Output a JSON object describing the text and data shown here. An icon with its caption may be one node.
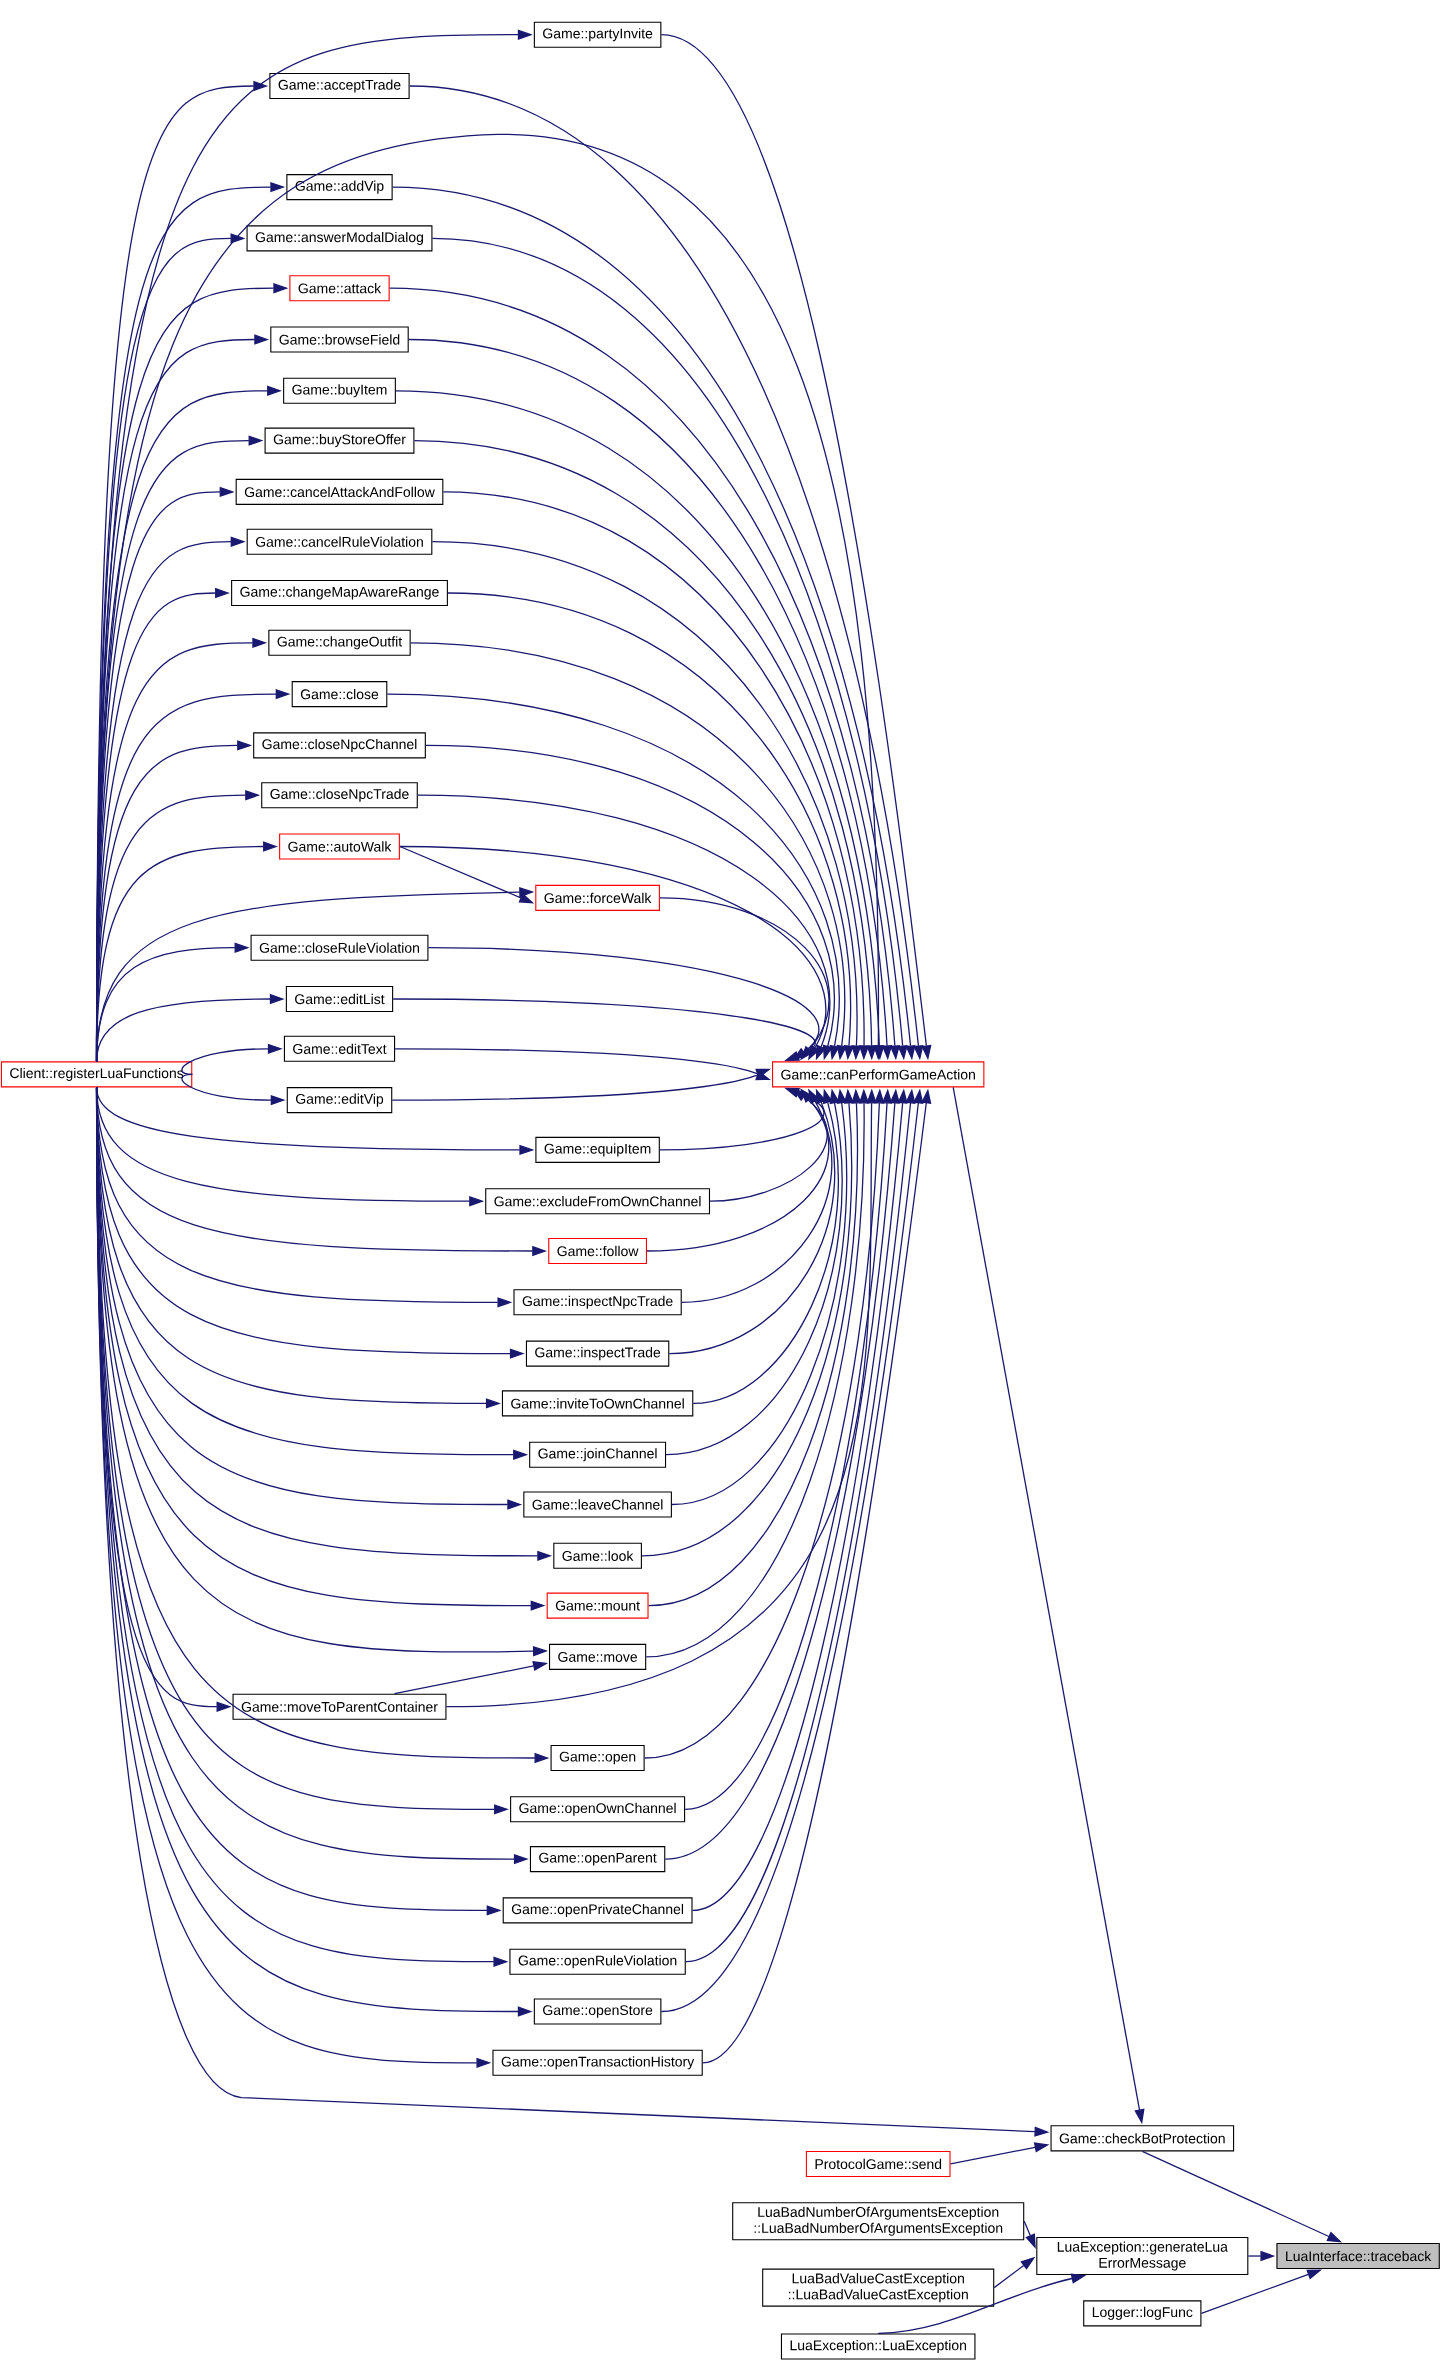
{
  "diagram": {
    "nodes": [
      {
        "text": [
          "Client::registerLuaFunctions"
        ]
      },
      {
        "text": [
          "Game::partyInvite"
        ]
      },
      {
        "text": [
          "Game::acceptTrade"
        ]
      },
      {
        "text": [
          "Game::addVip"
        ]
      },
      {
        "text": [
          "Game::answerModalDialog"
        ]
      },
      {
        "text": [
          "Game::attack"
        ]
      },
      {
        "text": [
          "Game::browseField"
        ]
      },
      {
        "text": [
          "Game::buyItem"
        ]
      },
      {
        "text": [
          "Game::buyStoreOffer"
        ]
      },
      {
        "text": [
          "Game::cancelAttackAndFollow"
        ]
      },
      {
        "text": [
          "Game::cancelRuleViolation"
        ]
      },
      {
        "text": [
          "Game::changeMapAwareRange"
        ]
      },
      {
        "text": [
          "Game::changeOutfit"
        ]
      },
      {
        "text": [
          "Game::close"
        ]
      },
      {
        "text": [
          "Game::closeNpcChannel"
        ]
      },
      {
        "text": [
          "Game::closeNpcTrade"
        ]
      },
      {
        "text": [
          "Game::autoWalk"
        ]
      },
      {
        "text": [
          "Game::forceWalk"
        ]
      },
      {
        "text": [
          "Game::closeRuleViolation"
        ]
      },
      {
        "text": [
          "Game::editList"
        ]
      },
      {
        "text": [
          "Game::editText"
        ]
      },
      {
        "text": [
          "Game::editVip"
        ]
      },
      {
        "text": [
          "Game::equipItem"
        ]
      },
      {
        "text": [
          "Game::excludeFromOwnChannel"
        ]
      },
      {
        "text": [
          "Game::follow"
        ]
      },
      {
        "text": [
          "Game::inspectNpcTrade"
        ]
      },
      {
        "text": [
          "Game::inspectTrade"
        ]
      },
      {
        "text": [
          "Game::inviteToOwnChannel"
        ]
      },
      {
        "text": [
          "Game::joinChannel"
        ]
      },
      {
        "text": [
          "Game::leaveChannel"
        ]
      },
      {
        "text": [
          "Game::look"
        ]
      },
      {
        "text": [
          "Game::mount"
        ]
      },
      {
        "text": [
          "Game::move"
        ]
      },
      {
        "text": [
          "Game::moveToParentContainer"
        ]
      },
      {
        "text": [
          "Game::open"
        ]
      },
      {
        "text": [
          "Game::openOwnChannel"
        ]
      },
      {
        "text": [
          "Game::openParent"
        ]
      },
      {
        "text": [
          "Game::openPrivateChannel"
        ]
      },
      {
        "text": [
          "Game::openRuleViolation"
        ]
      },
      {
        "text": [
          "Game::openStore"
        ]
      },
      {
        "text": [
          "Game::openTransactionHistory"
        ]
      },
      {
        "text": [
          "Game::canPerformGameAction"
        ]
      },
      {
        "text": [
          "Game::checkBotProtection"
        ]
      },
      {
        "text": [
          "ProtocolGame::send"
        ]
      },
      {
        "text": [
          "LuaBadNumberOfArgumentsException ::LuaBadNumberOfArgumentsException"
        ]
      },
      {
        "text": [
          "LuaException::generateLua ErrorMessage"
        ]
      },
      {
        "text": [
          "LuaBadValueCastException ::LuaBadValueCastException"
        ]
      },
      {
        "text": [
          "LuaException::LuaException"
        ]
      },
      {
        "text": [
          "Logger::logFunc"
        ]
      },
      {
        "text": [
          "LuaInterface::traceback"
        ]
      }
    ],
    "edges": [
      {
        "from": 0,
        "to": 1,
        "arrow": "to"
      },
      {
        "from": 0,
        "to": 2,
        "arrow": "to"
      },
      {
        "from": 0,
        "to": 3,
        "arrow": "to"
      },
      {
        "from": 0,
        "to": 4,
        "arrow": "to"
      },
      {
        "from": 0,
        "to": 5,
        "arrow": "to"
      },
      {
        "from": 0,
        "to": 6,
        "arrow": "to"
      },
      {
        "from": 0,
        "to": 7,
        "arrow": "to"
      },
      {
        "from": 0,
        "to": 8,
        "arrow": "to"
      },
      {
        "from": 0,
        "to": 9,
        "arrow": "to"
      },
      {
        "from": 0,
        "to": 10,
        "arrow": "to"
      },
      {
        "from": 0,
        "to": 11,
        "arrow": "to"
      },
      {
        "from": 0,
        "to": 12,
        "arrow": "to"
      },
      {
        "from": 0,
        "to": 13,
        "arrow": "to"
      },
      {
        "from": 0,
        "to": 14,
        "arrow": "to"
      },
      {
        "from": 0,
        "to": 15,
        "arrow": "to"
      },
      {
        "from": 0,
        "to": 16,
        "arrow": "to"
      },
      {
        "from": 0,
        "to": 17,
        "arrow": "to"
      },
      {
        "from": 0,
        "to": 18,
        "arrow": "to"
      },
      {
        "from": 0,
        "to": 19,
        "arrow": "to"
      },
      {
        "from": 0,
        "to": 20,
        "arrow": "to"
      },
      {
        "from": 0,
        "to": 21,
        "arrow": "to"
      },
      {
        "from": 0,
        "to": 22,
        "arrow": "to"
      },
      {
        "from": 0,
        "to": 23,
        "arrow": "to"
      },
      {
        "from": 0,
        "to": 24,
        "arrow": "to"
      },
      {
        "from": 0,
        "to": 25,
        "arrow": "to"
      },
      {
        "from": 0,
        "to": 26,
        "arrow": "to"
      },
      {
        "from": 0,
        "to": 27,
        "arrow": "to"
      },
      {
        "from": 0,
        "to": 28,
        "arrow": "to"
      },
      {
        "from": 0,
        "to": 29,
        "arrow": "to"
      },
      {
        "from": 0,
        "to": 30,
        "arrow": "to"
      },
      {
        "from": 0,
        "to": 31,
        "arrow": "to"
      },
      {
        "from": 0,
        "to": 32,
        "arrow": "to"
      },
      {
        "from": 0,
        "to": 33,
        "arrow": "to"
      },
      {
        "from": 0,
        "to": 34,
        "arrow": "to"
      },
      {
        "from": 0,
        "to": 35,
        "arrow": "to"
      },
      {
        "from": 0,
        "to": 36,
        "arrow": "to"
      },
      {
        "from": 0,
        "to": 37,
        "arrow": "to"
      },
      {
        "from": 0,
        "to": 38,
        "arrow": "to"
      },
      {
        "from": 0,
        "to": 39,
        "arrow": "to"
      },
      {
        "from": 0,
        "to": 40,
        "arrow": "to"
      },
      {
        "from": 0,
        "to": 41,
        "arrow": "to"
      },
      {
        "from": 0,
        "to": 42,
        "arrow": "to"
      },
      {
        "from": 1,
        "to": 41,
        "arrow": "to"
      },
      {
        "from": 2,
        "to": 41,
        "arrow": "to"
      },
      {
        "from": 3,
        "to": 41,
        "arrow": "to"
      },
      {
        "from": 4,
        "to": 41,
        "arrow": "to"
      },
      {
        "from": 5,
        "to": 41,
        "arrow": "to"
      },
      {
        "from": 6,
        "to": 41,
        "arrow": "to"
      },
      {
        "from": 7,
        "to": 41,
        "arrow": "to"
      },
      {
        "from": 8,
        "to": 41,
        "arrow": "to"
      },
      {
        "from": 9,
        "to": 41,
        "arrow": "to"
      },
      {
        "from": 10,
        "to": 41,
        "arrow": "to"
      },
      {
        "from": 11,
        "to": 41,
        "arrow": "to"
      },
      {
        "from": 12,
        "to": 41,
        "arrow": "to"
      },
      {
        "from": 13,
        "to": 41,
        "arrow": "to"
      },
      {
        "from": 14,
        "to": 41,
        "arrow": "to"
      },
      {
        "from": 15,
        "to": 41,
        "arrow": "to"
      },
      {
        "from": 16,
        "to": 41,
        "arrow": "to"
      },
      {
        "from": 16,
        "to": 17,
        "arrow": "to"
      },
      {
        "from": 17,
        "to": 41,
        "arrow": "to"
      },
      {
        "from": 18,
        "to": 41,
        "arrow": "to"
      },
      {
        "from": 19,
        "to": 41,
        "arrow": "to"
      },
      {
        "from": 20,
        "to": 41,
        "arrow": "to"
      },
      {
        "from": 21,
        "to": 41,
        "arrow": "to"
      },
      {
        "from": 22,
        "to": 41,
        "arrow": "to"
      },
      {
        "from": 23,
        "to": 41,
        "arrow": "to"
      },
      {
        "from": 24,
        "to": 41,
        "arrow": "to"
      },
      {
        "from": 25,
        "to": 41,
        "arrow": "to"
      },
      {
        "from": 26,
        "to": 41,
        "arrow": "to"
      },
      {
        "from": 27,
        "to": 41,
        "arrow": "to"
      },
      {
        "from": 28,
        "to": 41,
        "arrow": "to"
      },
      {
        "from": 29,
        "to": 41,
        "arrow": "to"
      },
      {
        "from": 30,
        "to": 41,
        "arrow": "to"
      },
      {
        "from": 31,
        "to": 41,
        "arrow": "to"
      },
      {
        "from": 32,
        "to": 41,
        "arrow": "to"
      },
      {
        "from": 33,
        "to": 32,
        "arrow": "to"
      },
      {
        "from": 33,
        "to": 41,
        "arrow": "to"
      },
      {
        "from": 34,
        "to": 41,
        "arrow": "to"
      },
      {
        "from": 35,
        "to": 41,
        "arrow": "to"
      },
      {
        "from": 36,
        "to": 41,
        "arrow": "to"
      },
      {
        "from": 37,
        "to": 41,
        "arrow": "to"
      },
      {
        "from": 38,
        "to": 41,
        "arrow": "to"
      },
      {
        "from": 39,
        "to": 41,
        "arrow": "to"
      },
      {
        "from": 40,
        "to": 41,
        "arrow": "to"
      },
      {
        "from": 41,
        "to": 42,
        "arrow": "to"
      },
      {
        "from": 43,
        "to": 42,
        "arrow": "to"
      },
      {
        "from": 42,
        "to": 49,
        "arrow": "to"
      },
      {
        "from": 44,
        "to": 45,
        "arrow": "to"
      },
      {
        "from": 46,
        "to": 45,
        "arrow": "to"
      },
      {
        "from": 47,
        "to": 45,
        "arrow": "to"
      },
      {
        "from": 45,
        "to": 49,
        "arrow": "to"
      },
      {
        "from": 48,
        "to": 49,
        "arrow": "to"
      }
    ]
  }
}
